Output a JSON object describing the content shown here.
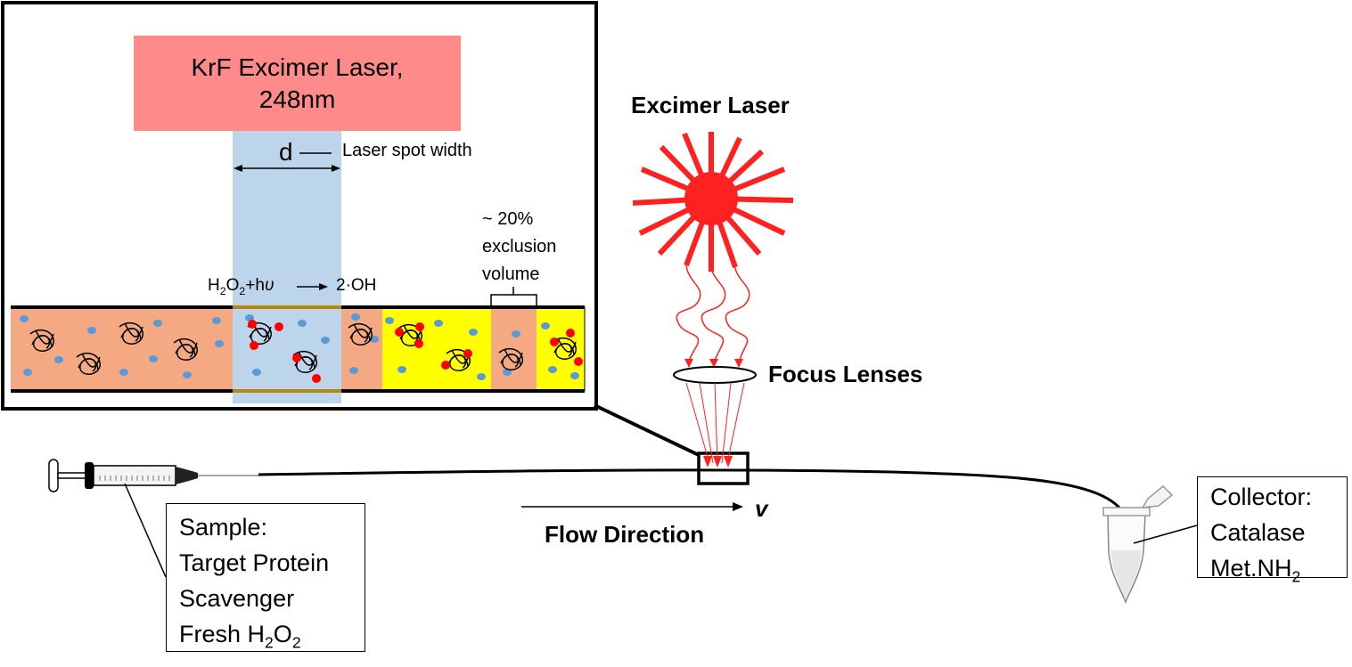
{
  "inset": {
    "laser_title_line1": "KrF Excimer Laser,",
    "laser_title_line2": "248nm",
    "spot_symbol": "d",
    "spot_label": "Laser spot width",
    "reaction_left": "H",
    "reaction_sub1": "2",
    "reaction_mid": "O",
    "reaction_sub2": "2",
    "reaction_plus": "+h",
    "reaction_nu": "υ",
    "reaction_product": "2·OH",
    "exclusion_line1": "~ 20%",
    "exclusion_line2": "exclusion",
    "exclusion_line3": "volume"
  },
  "setup": {
    "excimer_label": "Excimer Laser",
    "lens_label": "Focus Lenses",
    "flow_label": "Flow Direction",
    "velocity_symbol": "v"
  },
  "sample_box": {
    "line1": "Sample:",
    "line2": "Target Protein",
    "line3": "Scavenger",
    "line4_prefix": "Fresh H",
    "line4_sub1": "2",
    "line4_mid": "O",
    "line4_sub2": "2"
  },
  "collector_box": {
    "line1": "Collector:",
    "line2": "Catalase",
    "line3_prefix": "Met.NH",
    "line3_sub": "2"
  },
  "colors": {
    "laser_box": "#ff8a8a",
    "laser_beam": "#bcd5ea",
    "buffer": "#f4a982",
    "exposed_zone": "#ffff00",
    "radical": "#ff0000",
    "scavenger_dot": "#5b9bd5",
    "gold_line": "#b8860b",
    "laser_burst": "#ff2020"
  },
  "icons": [
    "syringe-icon",
    "eppendorf-tube-icon",
    "laser-burst-icon",
    "protein-coil-icon"
  ]
}
